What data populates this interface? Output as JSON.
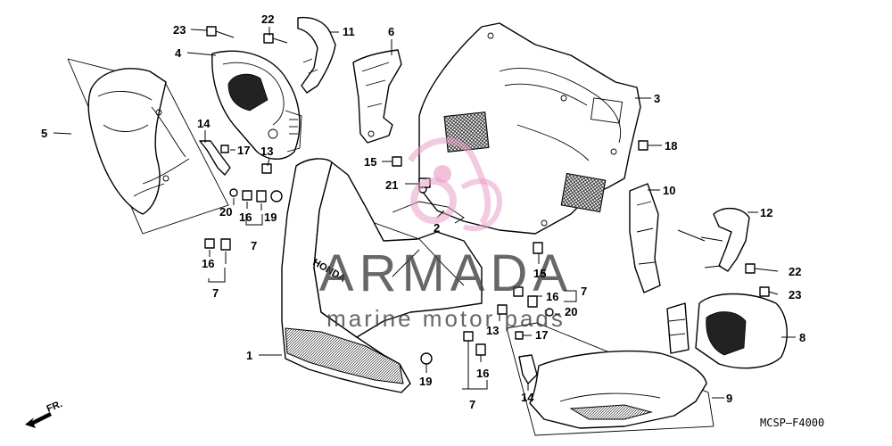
{
  "diagram_code": "MCSP—F4000",
  "front_label": "FR.",
  "watermark": {
    "brand": "ARMADA",
    "tagline": "marine motor pads",
    "accent": "#e8a0c8"
  },
  "callouts": [
    {
      "id": "c23a",
      "text": "23"
    },
    {
      "id": "c22a",
      "text": "22"
    },
    {
      "id": "c11",
      "text": "11"
    },
    {
      "id": "c4",
      "text": "4"
    },
    {
      "id": "c6",
      "text": "6"
    },
    {
      "id": "c5",
      "text": "5"
    },
    {
      "id": "c14a",
      "text": "14"
    },
    {
      "id": "c17a",
      "text": "17"
    },
    {
      "id": "c13a",
      "text": "13"
    },
    {
      "id": "c15a",
      "text": "15"
    },
    {
      "id": "c21",
      "text": "21"
    },
    {
      "id": "c20a",
      "text": "20"
    },
    {
      "id": "c16a",
      "text": "16"
    },
    {
      "id": "c19a",
      "text": "19"
    },
    {
      "id": "c7a",
      "text": "7"
    },
    {
      "id": "c16b",
      "text": "16"
    },
    {
      "id": "c7b",
      "text": "7"
    },
    {
      "id": "c2",
      "text": "2"
    },
    {
      "id": "c3",
      "text": "3"
    },
    {
      "id": "c18",
      "text": "18"
    },
    {
      "id": "c10",
      "text": "10"
    },
    {
      "id": "c12",
      "text": "12"
    },
    {
      "id": "c22b",
      "text": "22"
    },
    {
      "id": "c23b",
      "text": "23"
    },
    {
      "id": "c15b",
      "text": "15"
    },
    {
      "id": "c16c",
      "text": "16"
    },
    {
      "id": "c7c",
      "text": "7"
    },
    {
      "id": "c20b",
      "text": "20"
    },
    {
      "id": "c13b",
      "text": "13"
    },
    {
      "id": "c17b",
      "text": "17"
    },
    {
      "id": "c8",
      "text": "8"
    },
    {
      "id": "c1",
      "text": "1"
    },
    {
      "id": "c19b",
      "text": "19"
    },
    {
      "id": "c16d",
      "text": "16"
    },
    {
      "id": "c7d",
      "text": "7"
    },
    {
      "id": "c14b",
      "text": "14"
    },
    {
      "id": "c9",
      "text": "9"
    }
  ]
}
